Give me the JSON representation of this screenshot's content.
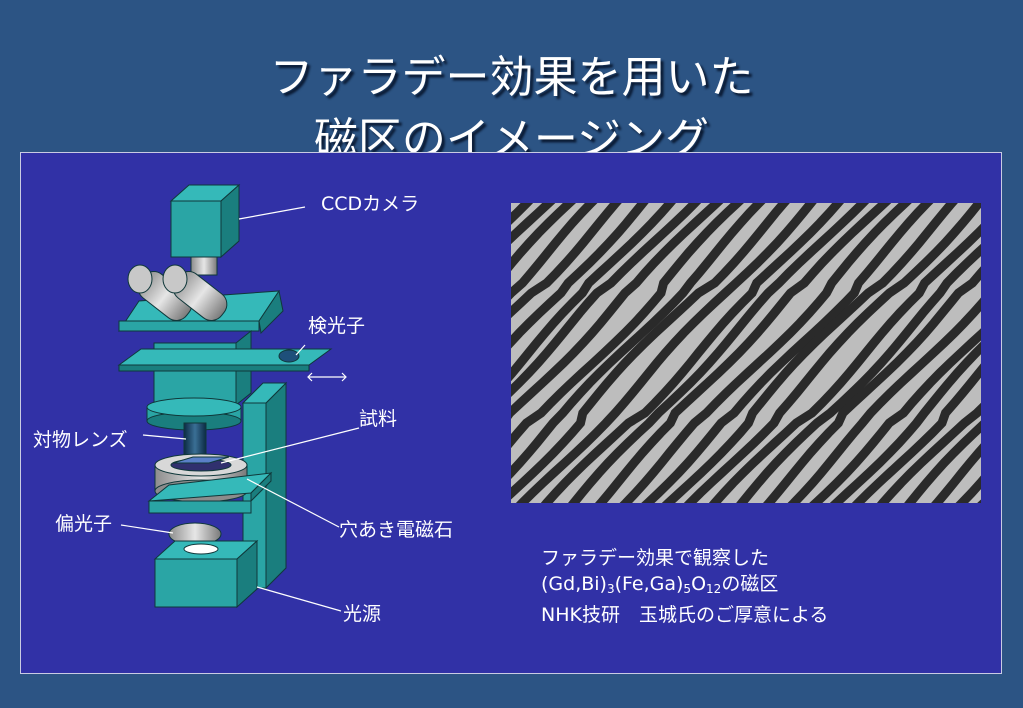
{
  "slide": {
    "title_line1": "ファラデー効果を用いた",
    "title_line2": "磁区のイメージング"
  },
  "diagram": {
    "labels": {
      "ccd_camera": "CCDカメラ",
      "analyzer": "検光子",
      "sample": "試料",
      "objective_lens": "対物レンズ",
      "polarizer": "偏光子",
      "electromagnet": "穴あき電磁石",
      "light_source": "光源"
    }
  },
  "photo": {
    "caption": {
      "line1": "ファラデー効果で観察した",
      "formula": {
        "p1": "(Gd,Bi)",
        "s1": "3",
        "p2": "(Fe,Ga)",
        "s2": "5",
        "p3": "O",
        "s3": "12",
        "p4": "の磁区"
      },
      "line3": "NHK技研　玉城氏のご厚意による"
    }
  },
  "colors": {
    "background": "#2c5484",
    "panel": "#3131a6",
    "apparatus": "#2aa5a5",
    "text": "#ffffff"
  }
}
